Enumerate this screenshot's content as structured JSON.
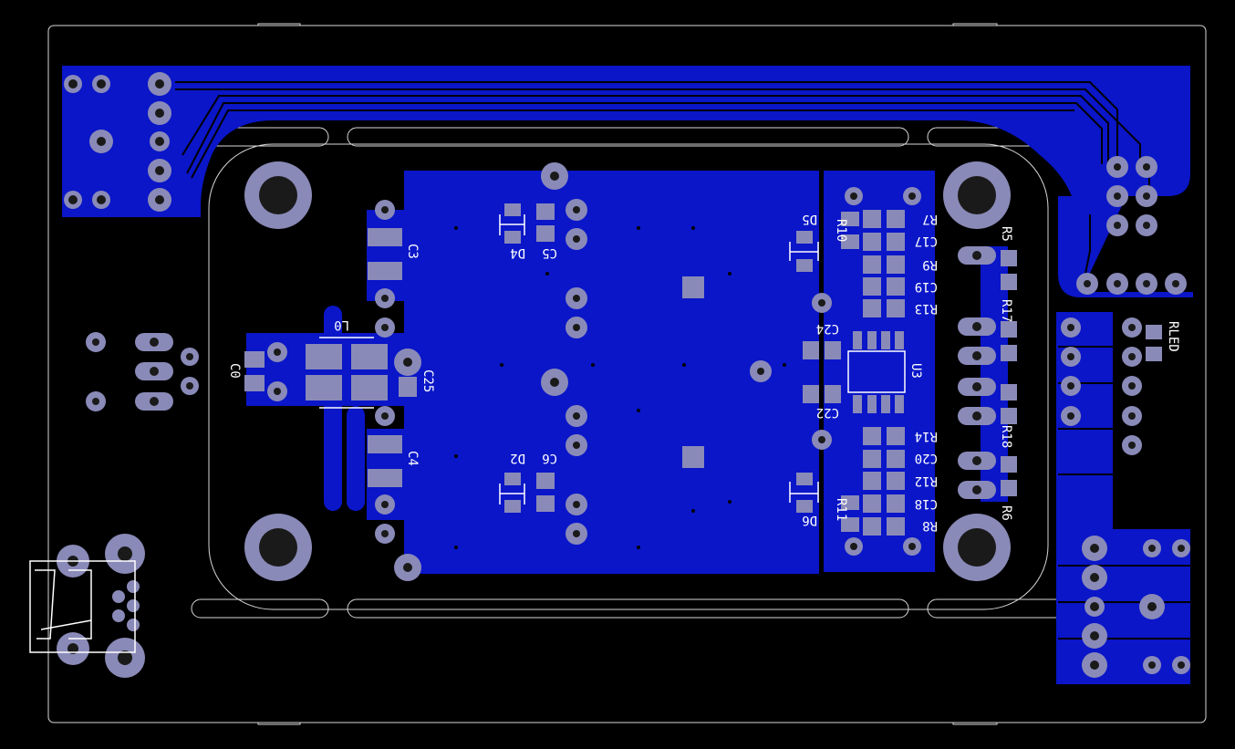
{
  "colors": {
    "background": "#000000",
    "copper": "#0a16c8",
    "pad": "#8a8ab8",
    "hole": "#1a1a1a",
    "outline": "#d8d8d8",
    "silk": "#ffffff"
  },
  "labels": {
    "c3": "C3",
    "c4": "C4",
    "c5": "C5",
    "c6": "C6",
    "c0": "C0",
    "l0": "L0",
    "c25": "C25",
    "d4": "D4",
    "d2": "D2",
    "d5": "D5",
    "d6": "D6",
    "r10": "R10",
    "r11": "R11",
    "r7": "R7",
    "c17": "C17",
    "r9": "R9",
    "c19": "C19",
    "r13": "R13",
    "c24": "C24",
    "u3": "U3",
    "c22": "C22",
    "r14": "R14",
    "c20": "C20",
    "r12": "R12",
    "c18": "C18",
    "r8": "R8",
    "r5": "R5",
    "r17": "R17",
    "r18": "R18",
    "r6": "R6",
    "rled": "RLED"
  }
}
